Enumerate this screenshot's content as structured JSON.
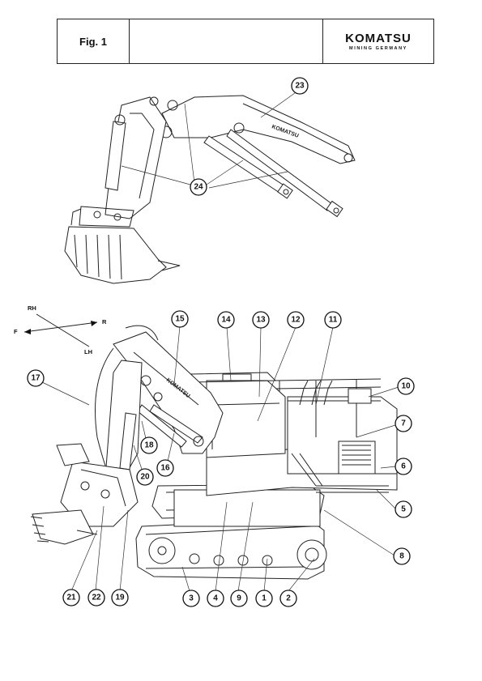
{
  "header": {
    "figure_label": "Fig. 1",
    "logo_text": "KOMATSU",
    "logo_subtext": "MINING GERMANY"
  },
  "boom_brand_label": "KOMATSU",
  "directions": {
    "rh": "RH",
    "r": "R",
    "f": "F",
    "lh": "LH"
  },
  "callouts_top": [
    "23",
    "24"
  ],
  "callouts_bottom": [
    "15",
    "14",
    "13",
    "12",
    "11",
    "10",
    "17",
    "7",
    "6",
    "18",
    "20",
    "16",
    "5",
    "8",
    "21",
    "22",
    "19",
    "3",
    "4",
    "9",
    "1",
    "2"
  ]
}
